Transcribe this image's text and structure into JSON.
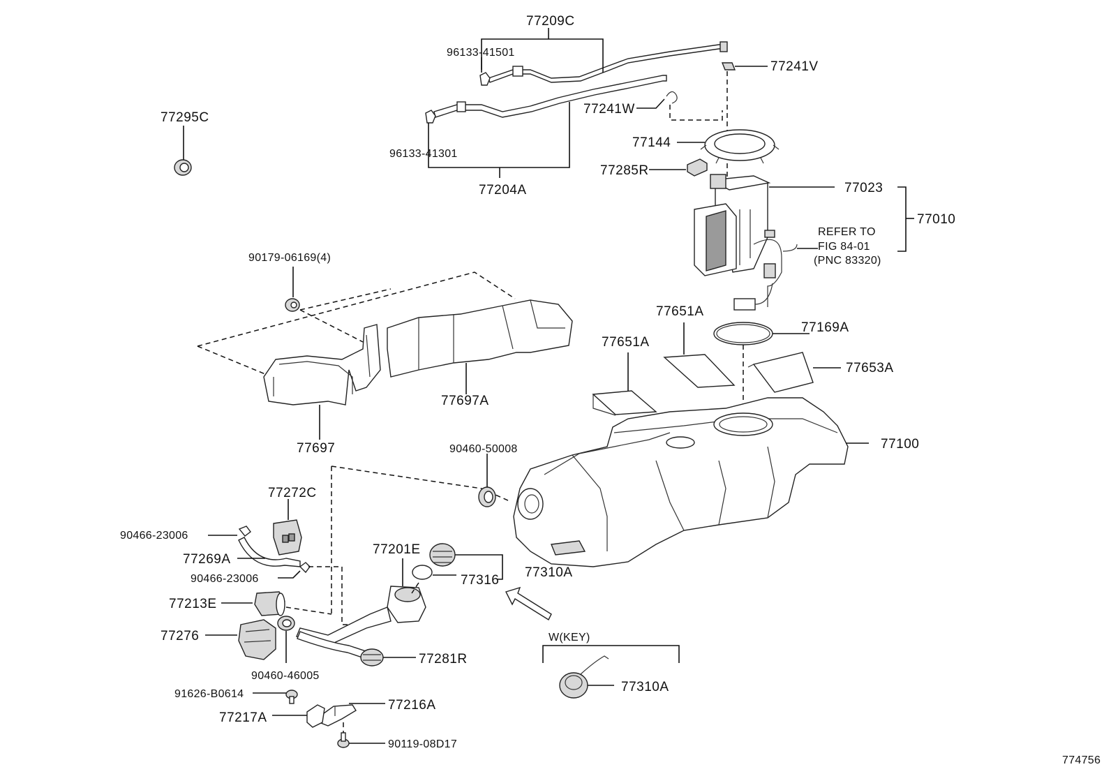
{
  "labels": {
    "p77209C": "77209C",
    "p96133_41501": "96133-41501",
    "p77241V": "77241V",
    "p77295C": "77295C",
    "p77241W": "77241W",
    "p77144": "77144",
    "p96133_41301": "96133-41301",
    "p77285R": "77285R",
    "p77204A": "77204A",
    "p77023": "77023",
    "p77010": "77010",
    "refer_line1": "REFER TO",
    "refer_line2": "FIG 84-01",
    "refer_line3": "(PNC 83320)",
    "p90179_06169": "90179-06169(4)",
    "p77651A_top": "77651A",
    "p77169A": "77169A",
    "p77651A_left": "77651A",
    "p77653A": "77653A",
    "p77697A": "77697A",
    "p77697": "77697",
    "p90460_50008": "90460-50008",
    "p77100": "77100",
    "p77272C": "77272C",
    "p90466_23006_a": "90466-23006",
    "p77201E": "77201E",
    "p77269A": "77269A",
    "p77310A_right": "77310A",
    "p90466_23006_b": "90466-23006",
    "p77316": "77316",
    "p77213E": "77213E",
    "w_key": "W(KEY)",
    "p77276": "77276",
    "p77281R": "77281R",
    "p90460_46005": "90460-46005",
    "p77310A_key": "77310A",
    "p91626_B0614": "91626-B0614",
    "p77216A": "77216A",
    "p77217A": "77217A",
    "p90119_08D17": "90119-08D17",
    "figure_id": "774756"
  }
}
